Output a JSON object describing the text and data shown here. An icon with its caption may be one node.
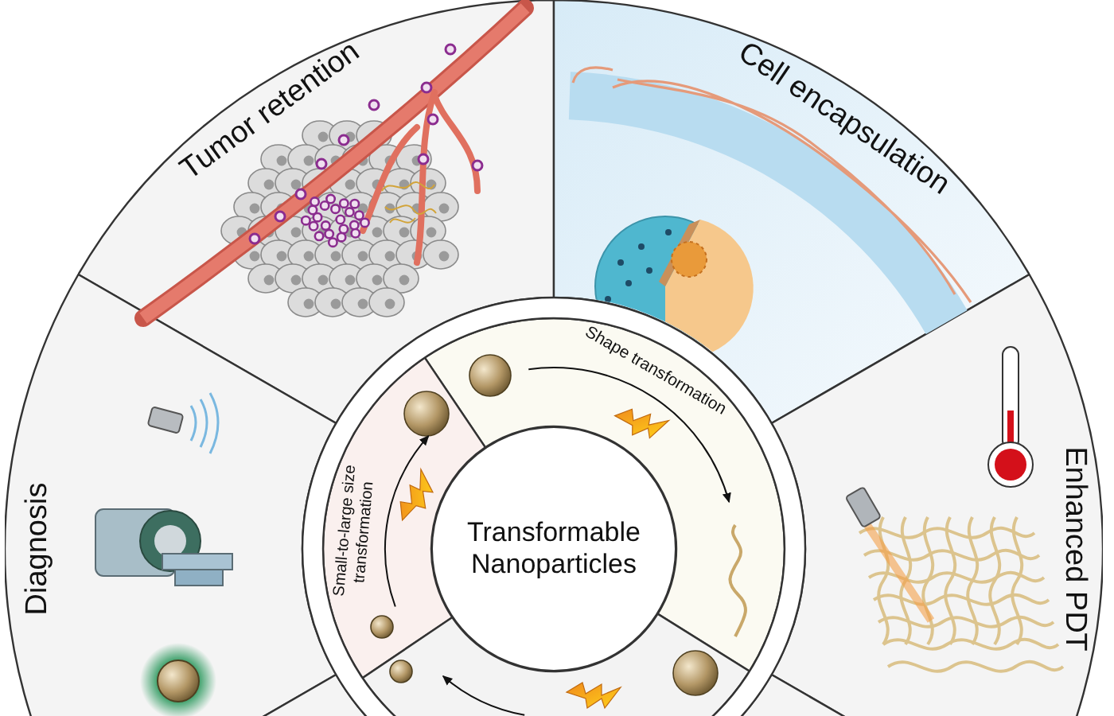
{
  "diagram": {
    "nodes": [
      {
        "text": [
          "Tumor retention"
        ]
      },
      {
        "text": [
          "Cell encapsulation"
        ]
      },
      {
        "text": [
          "Diagnosis"
        ]
      },
      {
        "text": [
          "Enhanced PDT"
        ]
      },
      {
        "text": [
          "Shape transformation"
        ]
      },
      {
        "text": [
          "Small-to-large size transformation"
        ]
      },
      {
        "text": [
          "Transformable Nanoparticles"
        ]
      },
      {
        "text": [],
        "shape": "wedge"
      },
      {
        "text": [],
        "shape": "wedge"
      }
    ]
  }
}
